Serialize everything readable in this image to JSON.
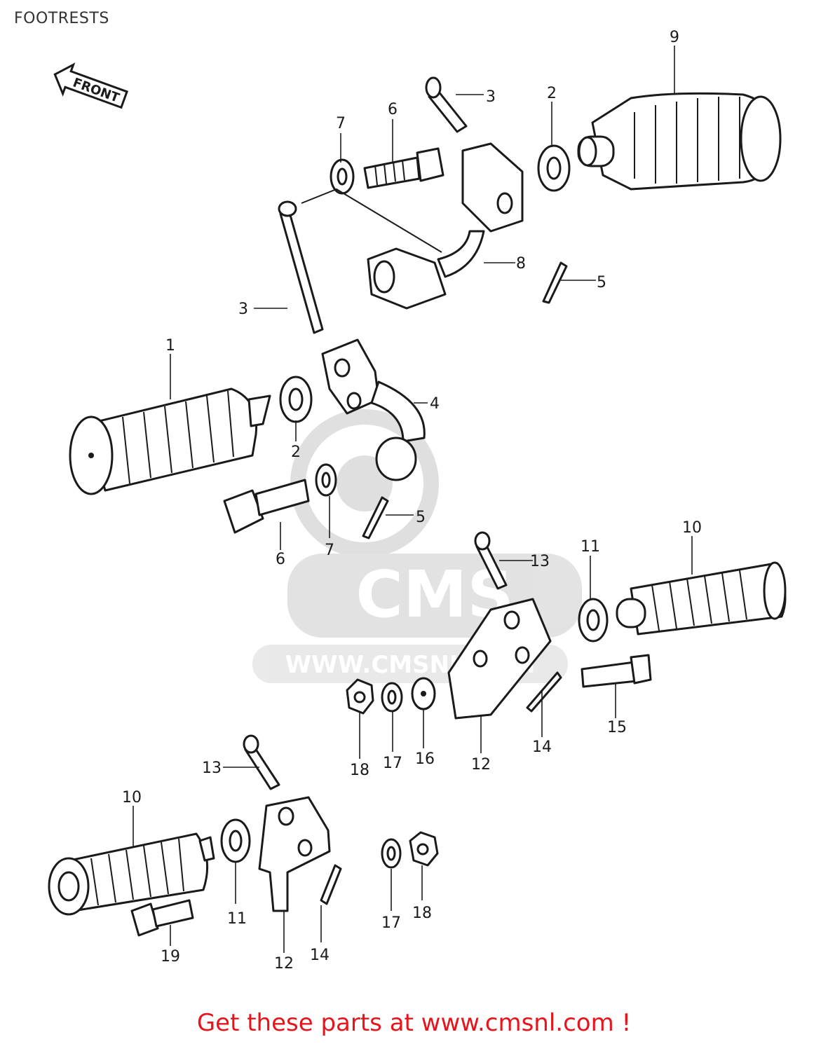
{
  "page": {
    "title": "FOOTRESTS",
    "footer": "Get these parts at www.cmsnl.com !"
  },
  "front_arrow": {
    "label": "FRONT"
  },
  "watermark": {
    "logo_text": "CMS",
    "url_text": "WWW.CMSNL.COM"
  },
  "callouts": {
    "c1": "1",
    "c2a": "2",
    "c2b": "2",
    "c3a": "3",
    "c3b": "3",
    "c4": "4",
    "c5a": "5",
    "c5b": "5",
    "c6a": "6",
    "c6b": "6",
    "c7a": "7",
    "c7b": "7",
    "c8": "8",
    "c9": "9",
    "c10a": "10",
    "c10b": "10",
    "c11a": "11",
    "c11b": "11",
    "c12a": "12",
    "c12b": "12",
    "c13a": "13",
    "c13b": "13",
    "c14a": "14",
    "c14b": "14",
    "c15": "15",
    "c16": "16",
    "c17a": "17",
    "c17b": "17",
    "c18a": "18",
    "c18b": "18",
    "c19": "19"
  }
}
